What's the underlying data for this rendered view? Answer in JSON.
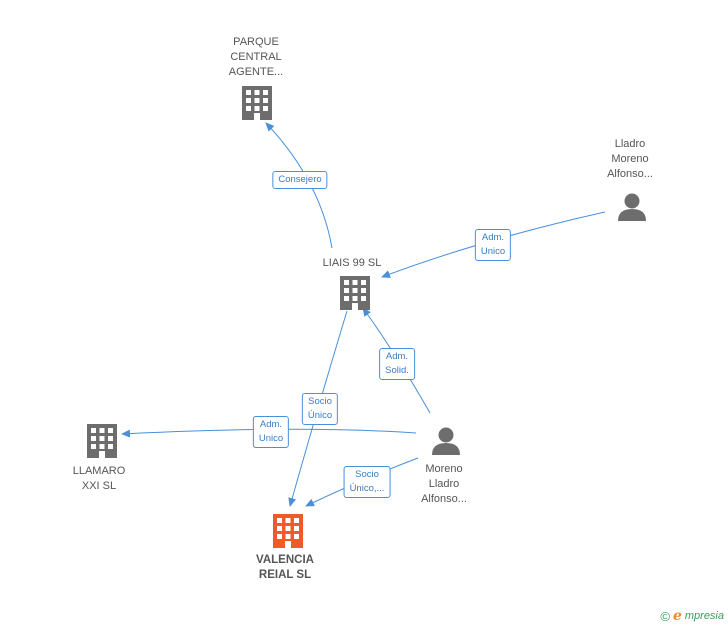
{
  "nodes": {
    "parque": {
      "label_lines": [
        "PARQUE",
        "CENTRAL",
        "AGENTE..."
      ],
      "type": "company",
      "color": "#6d6d6d"
    },
    "lladro_top": {
      "label_lines": [
        "Lladro",
        "Moreno",
        "Alfonso..."
      ],
      "type": "person",
      "color": "#6d6d6d"
    },
    "liais": {
      "label_lines": [
        "LIAIS 99 SL"
      ],
      "type": "company",
      "color": "#6d6d6d"
    },
    "llamaro": {
      "label_lines": [
        "LLAMARO",
        "XXI SL"
      ],
      "type": "company",
      "color": "#6d6d6d"
    },
    "moreno": {
      "label_lines": [
        "Moreno",
        "Lladro",
        "Alfonso..."
      ],
      "type": "person",
      "color": "#6d6d6d"
    },
    "valencia": {
      "label_lines": [
        "VALENCIA",
        "REIAL SL"
      ],
      "type": "company",
      "color": "#f05a28"
    }
  },
  "edges": {
    "consejero": {
      "label_lines": [
        "Consejero"
      ]
    },
    "adm_unico_top": {
      "label_lines": [
        "Adm.",
        "Unico"
      ]
    },
    "adm_solid": {
      "label_lines": [
        "Adm.",
        "Solid."
      ]
    },
    "socio_unico": {
      "label_lines": [
        "Socio",
        "Único"
      ]
    },
    "adm_unico_left": {
      "label_lines": [
        "Adm.",
        "Unico"
      ]
    },
    "socio_unico_2": {
      "label_lines": [
        "Socio",
        "Único,..."
      ]
    }
  },
  "colors": {
    "edge": "#4a90d9",
    "edge_text": "#3a7cc4"
  },
  "footer": {
    "copyright": "©",
    "brand_first": "e",
    "brand_rest": "mpresia"
  }
}
